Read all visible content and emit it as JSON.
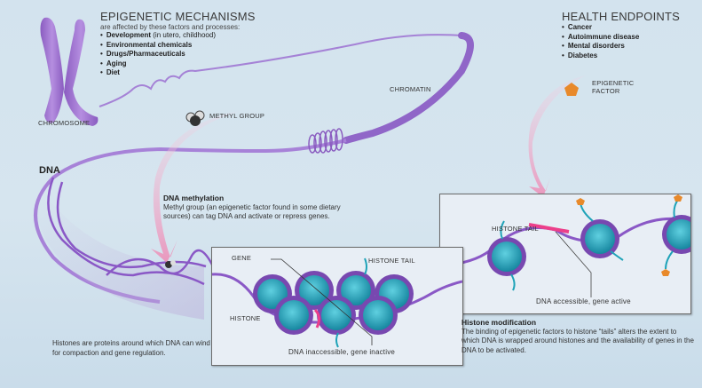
{
  "mechanisms": {
    "title": "EPIGENETIC MECHANISMS",
    "subtitle": "are affected by these factors and processes:",
    "items": [
      {
        "label": "Development",
        "note": " (in utero, childhood)"
      },
      {
        "label": "Environmental chemicals",
        "note": ""
      },
      {
        "label": "Drugs/Pharmaceuticals",
        "note": ""
      },
      {
        "label": "Aging",
        "note": ""
      },
      {
        "label": "Diet",
        "note": ""
      }
    ]
  },
  "health": {
    "title": "HEALTH ENDPOINTS",
    "items": [
      "Cancer",
      "Autoimmune disease",
      "Mental disorders",
      "Diabetes"
    ]
  },
  "labels": {
    "chromosome": "CHROMOSOME",
    "chromatin": "CHROMATIN",
    "methyl_group": "METHYL GROUP",
    "epigenetic_factor_1": "EPIGENETIC",
    "epigenetic_factor_2": "FACTOR",
    "dna": "DNA",
    "gene": "GENE",
    "histone": "HISTONE",
    "histone_tail_1": "HISTONE TAIL",
    "histone_tail_2": "HISTONE TAIL",
    "dna_inaccessible": "DNA inaccessible, gene inactive",
    "dna_accessible": "DNA accessible, gene active"
  },
  "methylation": {
    "title": "DNA methylation",
    "text": "Methyl group (an epigenetic factor found in some dietary sources) can tag DNA and activate or repress genes."
  },
  "histones_note": "Histones are proteins around which DNA can wind for compaction and gene regulation.",
  "histone_modification": {
    "title": "Histone modification",
    "text": "The binding of epigenetic factors to histone “tails” alters the extent to which DNA is wrapped around histones and the availability of genes in the DNA to be activated."
  },
  "colors": {
    "dna_purple": "#8e5fc4",
    "histone_teal": "#1fa3b8",
    "factor_orange": "#e8892a",
    "gene_pink": "#ec3f8a",
    "arrow_pink": "#f0b6cf"
  }
}
